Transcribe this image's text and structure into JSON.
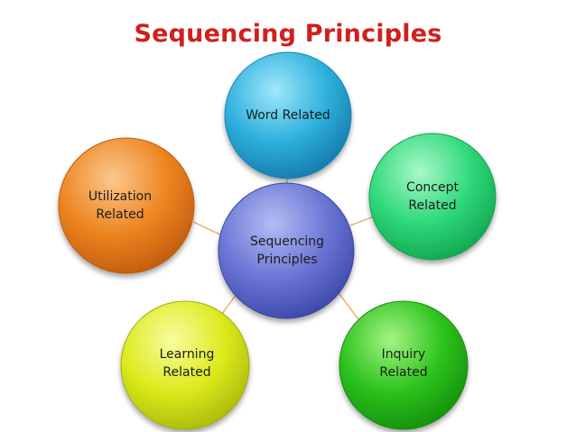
{
  "title": "Sequencing Principles",
  "center": {
    "label": "Sequencing\nPrinciples",
    "color": "#6a75d4"
  },
  "nodes": [
    {
      "id": "word",
      "label": "Word Related",
      "color": "#2eb0dc"
    },
    {
      "id": "concept",
      "label": "Concept\nRelated",
      "color": "#2ed87a"
    },
    {
      "id": "inquiry",
      "label": "Inquiry\nRelated",
      "color": "#2cc21c"
    },
    {
      "id": "learning",
      "label": "Learning\nRelated",
      "color": "#dcea1c"
    },
    {
      "id": "utilization",
      "label": "Utilization\nRelated",
      "color": "#ec8420"
    }
  ],
  "connector_color": "#f0b27a",
  "title_color": "#d0201c"
}
